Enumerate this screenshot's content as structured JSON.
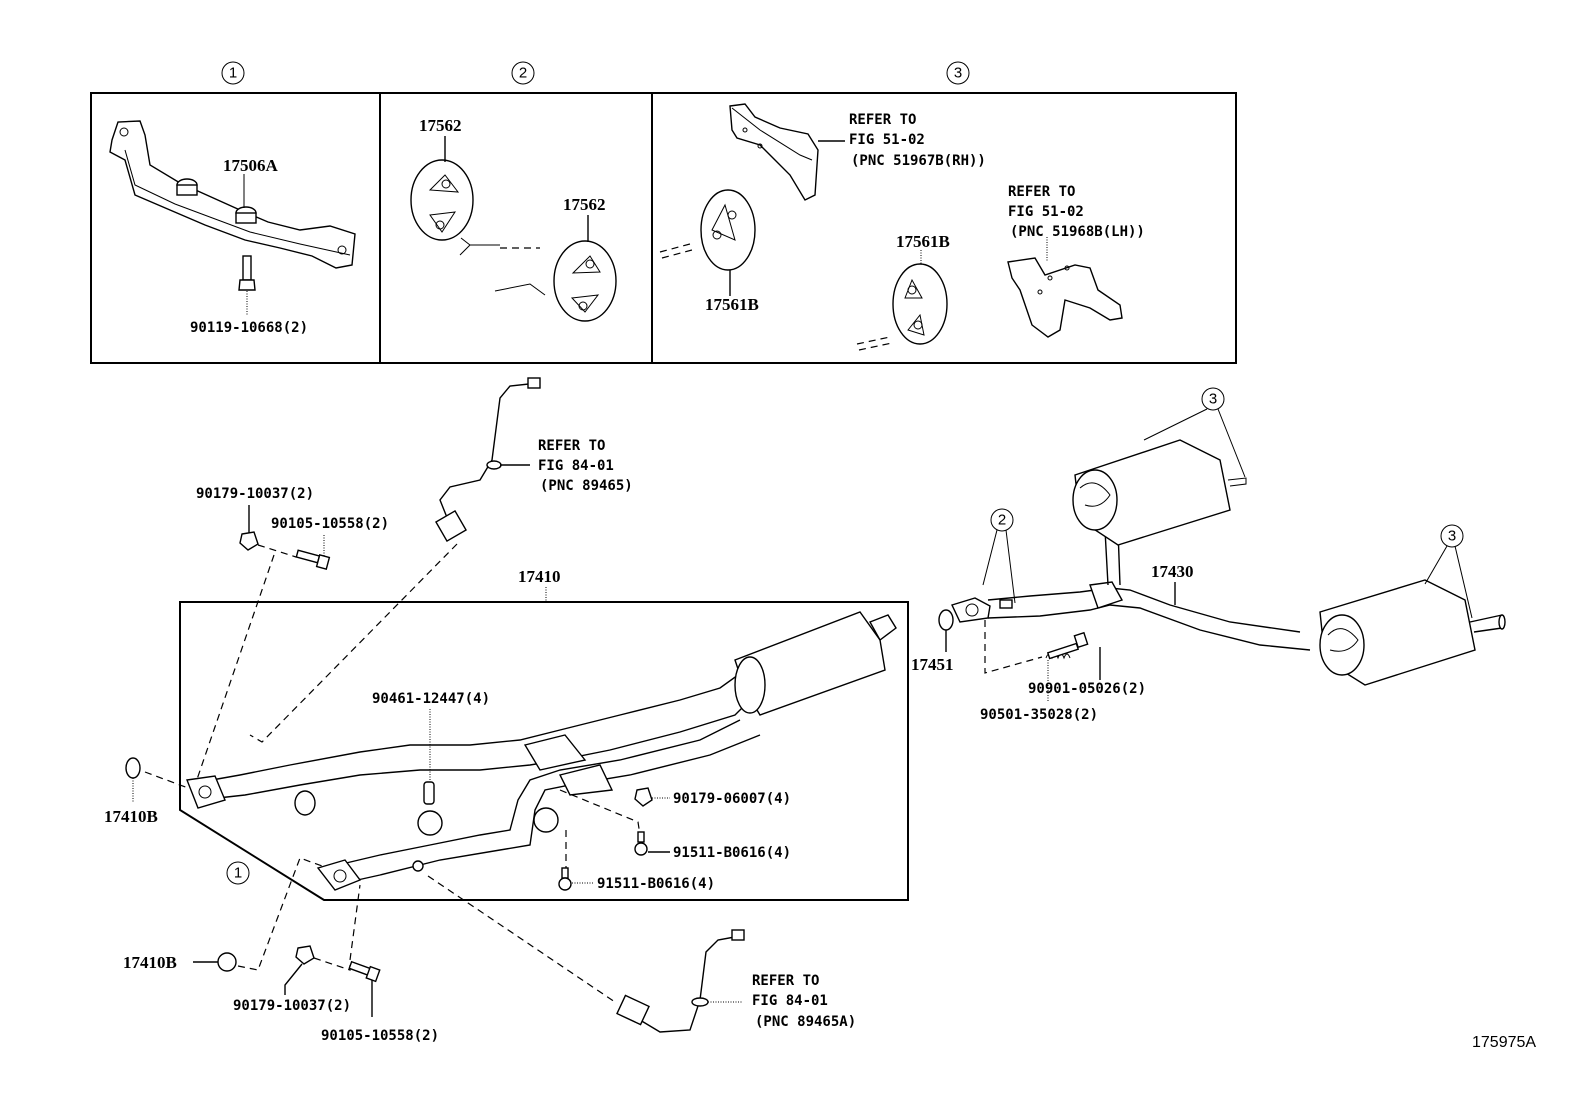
{
  "diagram": {
    "figure_id": "175975A",
    "detail_panels": [
      {
        "callout": "1",
        "parts": [
          {
            "pnc": "17506A",
            "desc": "exhaust pipe support bracket"
          },
          {
            "pnc": "90119-10668(2)",
            "desc": "bolt"
          }
        ]
      },
      {
        "callout": "2",
        "parts": [
          {
            "pnc": "17562",
            "desc": "exhaust hanger (upper)"
          },
          {
            "pnc": "17562",
            "desc": "exhaust hanger (lower)"
          }
        ]
      },
      {
        "callout": "3",
        "parts": [
          {
            "pnc": "17561B",
            "desc": "exhaust hanger (left)"
          },
          {
            "pnc": "17561B",
            "desc": "exhaust hanger (right)"
          }
        ],
        "refs": [
          {
            "lines": [
              "REFER TO",
              "FIG 51-02",
              "(PNC 51967B(RH))"
            ]
          },
          {
            "lines": [
              "REFER TO",
              "FIG 51-02",
              "(PNC 51968B(LH))"
            ]
          }
        ]
      }
    ],
    "main_labels": {
      "front_pipe_assy": "17410",
      "tail_pipe_assy": "17430",
      "gasket_17451": "17451",
      "gasket_17410b_upper": "17410B",
      "gasket_17410b_lower": "17410B",
      "nut_upper": "90179-10037(2)",
      "bolt_upper": "90105-10558(2)",
      "nut_lower": "90179-10037(2)",
      "bolt_lower": "90105-10558(2)",
      "clamp": "90461-12447(4)",
      "nut_center": "90179-06007(4)",
      "bolt_center_1": "91511-B0616(4)",
      "bolt_center_2": "91511-B0616(4)",
      "bolt_rear": "90901-05026(2)",
      "spring_rear": "90501-35028(2)"
    },
    "sensor_refs": {
      "upper": [
        "REFER TO",
        "FIG 84-01",
        "(PNC 89465)"
      ],
      "lower": [
        "REFER TO",
        "FIG 84-01",
        "(PNC 89465A)"
      ]
    },
    "callouts_on_main": {
      "front_pipe_support": "1",
      "tail_hanger_front": "2",
      "tail_hanger_mid": "3",
      "tail_hanger_rear": "3"
    }
  }
}
